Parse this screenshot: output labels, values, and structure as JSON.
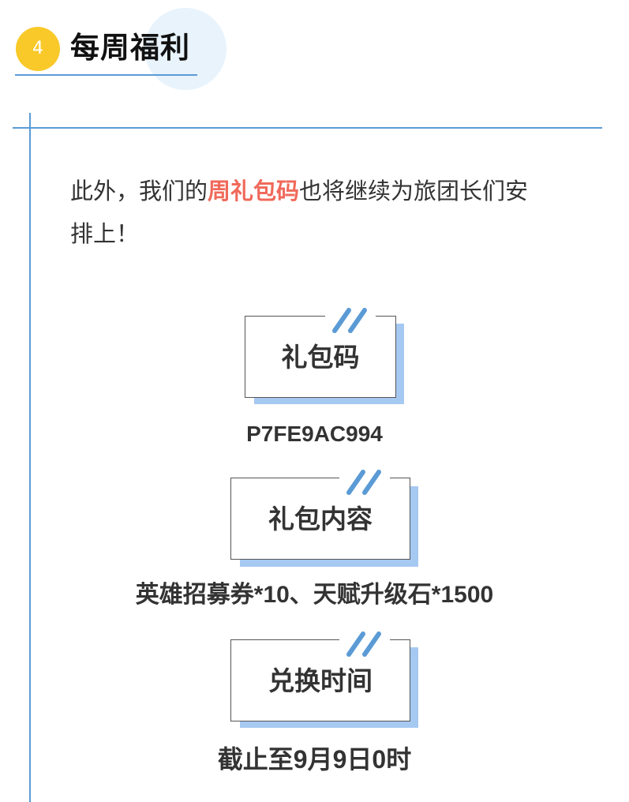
{
  "section": {
    "number": "4",
    "title": "每周福利"
  },
  "intro": {
    "before": "此外，我们的",
    "highlight": "周礼包码",
    "after_line1": "也将继续为旅团长们安",
    "line2": "排上！"
  },
  "items": [
    {
      "label": "礼包码",
      "value": "P7FE9AC994"
    },
    {
      "label": "礼包内容",
      "value": "英雄招募券*10、天赋升级石*1500"
    },
    {
      "label": "兑换时间",
      "value": "截止至9月9日0时"
    }
  ],
  "colors": {
    "accent_blue": "#5b9bd5",
    "badge_yellow": "#f9c929",
    "highlight_red": "#f0695a",
    "shadow_blue": "#a6c9f2",
    "slash_blue": "#5b9bd5"
  },
  "icons": {
    "decor": "double-slash-icon"
  }
}
